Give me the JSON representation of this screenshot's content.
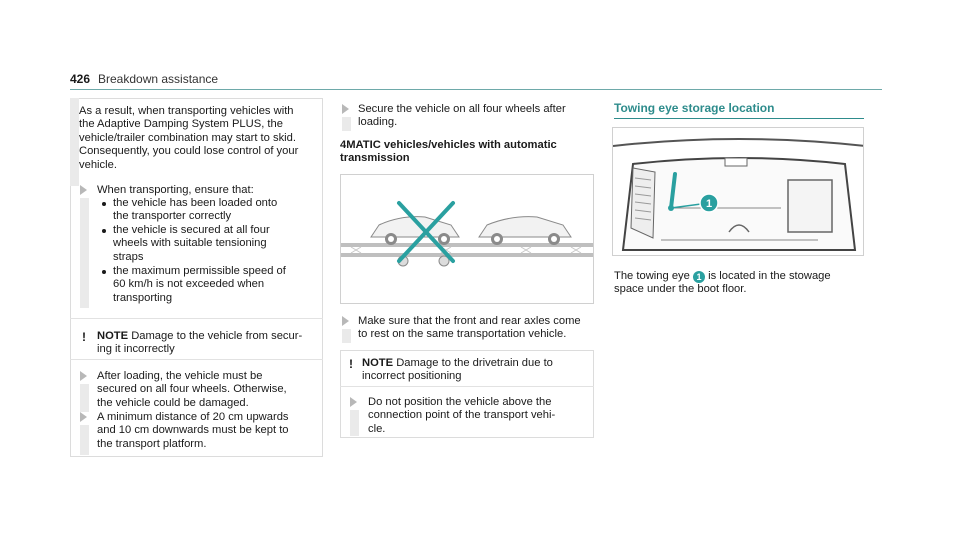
{
  "header": {
    "page_number": "426",
    "title": "Breakdown assistance"
  },
  "col1": {
    "intro": [
      "As a result, when transporting vehicles with",
      "the Adaptive Damping System PLUS, the",
      "vehicle/trailer combination may start to skid.",
      "Consequently, you could lose control of your",
      "vehicle."
    ],
    "step1": "When transporting, ensure that:",
    "bullets": [
      [
        "the vehicle has been loaded onto",
        "the transporter correctly"
      ],
      [
        "the vehicle is secured at all four",
        "wheels with suitable tensioning",
        "straps"
      ],
      [
        "the maximum permissible speed of",
        "60 km/h is not exceeded when",
        "transporting"
      ]
    ],
    "note_label": "NOTE",
    "note_text": [
      "Damage to the vehicle from secur-",
      "ing it incorrectly"
    ],
    "step2": [
      "After loading, the vehicle must be",
      "secured on all four wheels. Otherwise,",
      "the vehicle could be damaged."
    ],
    "step3": [
      "A minimum distance of 20 cm upwards",
      "and 10 cm downwards must be kept to",
      "the transport platform."
    ]
  },
  "col2": {
    "step1": [
      "Secure the vehicle on all four wheels after",
      "loading."
    ],
    "subheading": [
      "4MATIC vehicles/vehicles with automatic",
      "transmission"
    ],
    "step2": [
      "Make sure that the front and rear axles come",
      "to rest on the same transportation vehicle."
    ],
    "note_label": "NOTE",
    "note_text": [
      "Damage to the drivetrain due to",
      "incorrect positioning"
    ],
    "step3": [
      "Do not position the vehicle above the",
      "connection point of the transport vehi-",
      "cle."
    ]
  },
  "col3": {
    "heading": "Towing eye storage location",
    "callout": "1",
    "caption_a": "The towing eye",
    "caption_b": "is located in the stowage",
    "caption_c": "space under the boot floor."
  },
  "colors": {
    "accent": "#2e8c8c",
    "callout": "#2aa0a0",
    "x_mark": "#2aa0a0"
  }
}
